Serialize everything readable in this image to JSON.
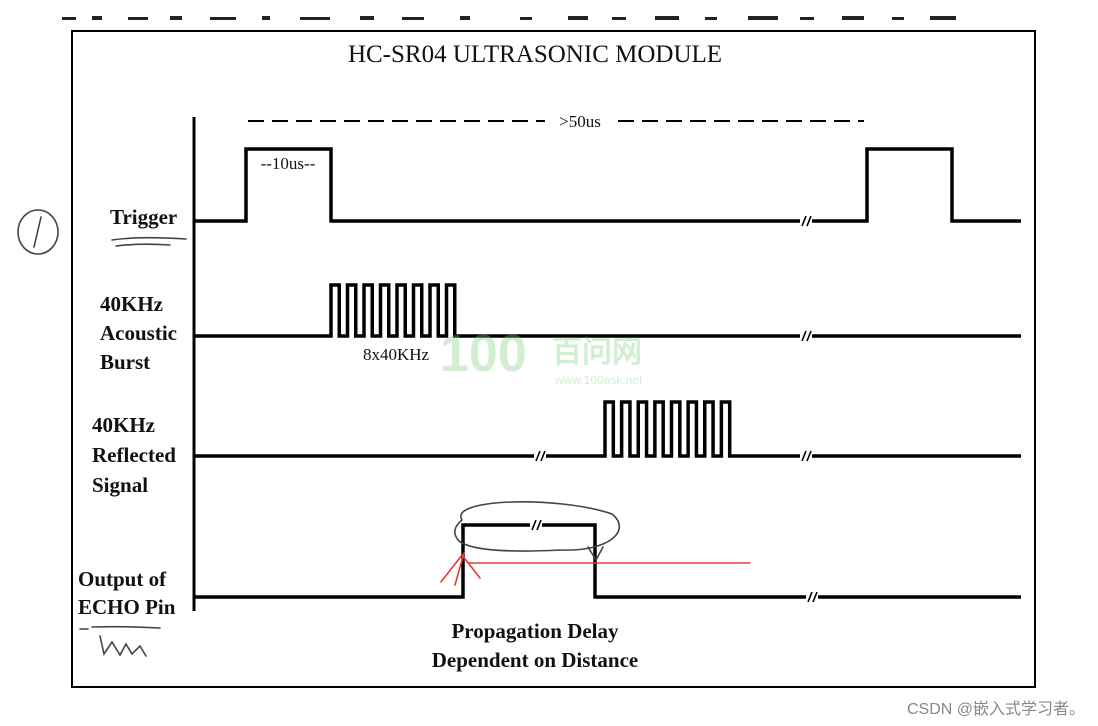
{
  "diagram": {
    "title": "HC-SR04 ULTRASONIC MODULE",
    "signals": {
      "trigger": "Trigger",
      "burst": [
        "40KHz",
        "Acoustic",
        "Burst"
      ],
      "reflected": [
        "40KHz",
        "Reflected",
        "Signal"
      ],
      "echo": [
        "Output of",
        "ECHO Pin"
      ]
    },
    "annotations": {
      "period": ">50us",
      "pulse_width": "--10us--",
      "burst_count": "8x40KHz",
      "caption_line1": "Propagation Delay",
      "caption_line2": "Dependent on Distance"
    },
    "handwritten_mark": "1",
    "watermark": {
      "logo": "100",
      "name": "百问网",
      "url": "www.100ask.net"
    },
    "credit": "CSDN @嵌入式学习者。"
  },
  "colors": {
    "line": "#000000",
    "highlight": "#e53935",
    "watermark": "#7fcf7f",
    "credit": "#888888"
  }
}
